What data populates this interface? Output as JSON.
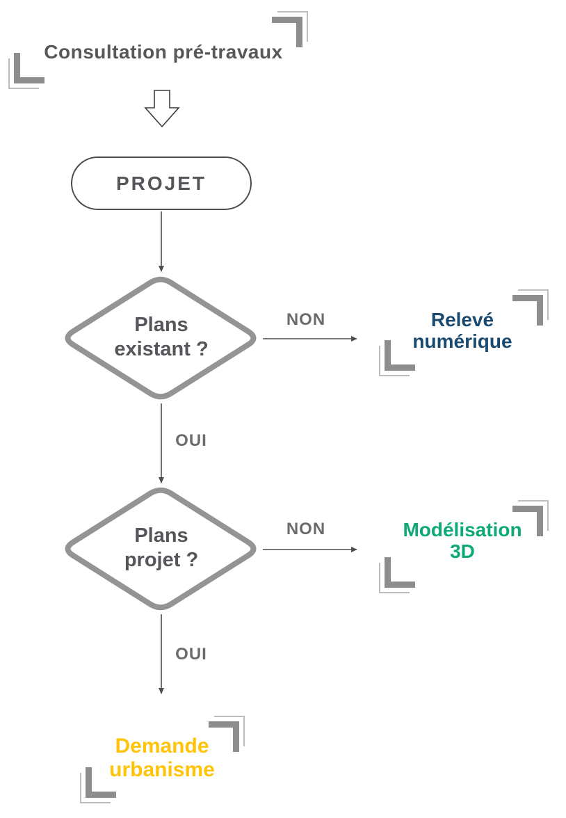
{
  "header": {
    "title": "Consultation pré-travaux"
  },
  "flow": {
    "start_label": "PROJET",
    "decisions": [
      {
        "line1": "Plans",
        "line2": "existant ?",
        "no_label": "NON",
        "yes_label": "OUI"
      },
      {
        "line1": "Plans",
        "line2": "projet ?",
        "no_label": "NON",
        "yes_label": "OUI"
      }
    ],
    "outcomes": [
      {
        "line1": "Relevé",
        "line2": "numérique",
        "color": "#19496E"
      },
      {
        "line1": "Modélisation",
        "line2": "3D",
        "color": "#0FA878"
      },
      {
        "line1": "Demande",
        "line2": "urbanisme",
        "color": "#FFC40A"
      }
    ]
  },
  "icons": {
    "down_arrow": "hollow-down-arrow",
    "corner_bracket": "corner-bracket",
    "arrowhead": "arrowhead"
  },
  "colors": {
    "background": "#FFFFFF",
    "title_text": "#57585A",
    "node_text": "#55565A",
    "edge_label_text": "#6A6B6D",
    "diamond_border": "#949494",
    "pill_border": "#4A4A4C",
    "connector": "#4D4D4D",
    "bracket": "#8D8D8D",
    "bracket_shadow": "#BDBDBD",
    "outcome_blue": "#19496E",
    "outcome_green": "#0FA878",
    "outcome_yellow": "#FFC40A"
  }
}
